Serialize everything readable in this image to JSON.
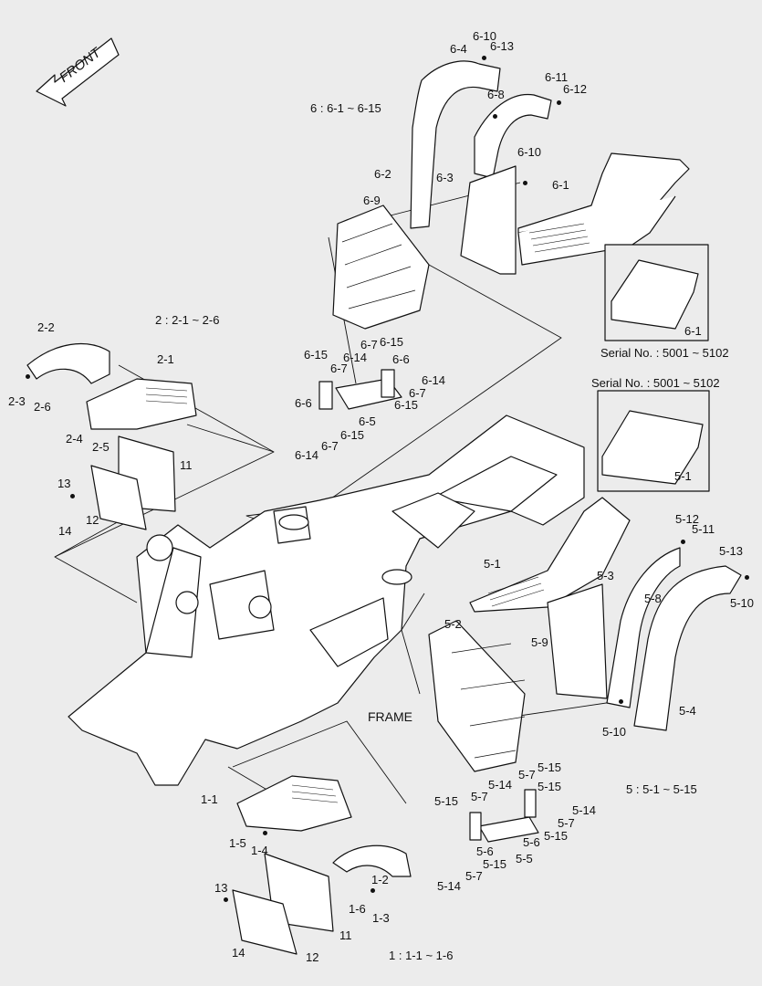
{
  "title": "FRAME",
  "direction": "FRONT",
  "groups": {
    "g6": "6 : 6-1 ~ 6-15",
    "g2": "2 : 2-1 ~ 2-6",
    "g5": "5 : 5-1 ~ 5-15",
    "g1": "1 : 1-1 ~ 1-6"
  },
  "serial_notes": {
    "upper": "Serial No. : 5001 ~ 5102",
    "middle": "Serial No. : 5001 ~ 5102"
  },
  "parts": {
    "p6_10a": "6-10",
    "p6_13": "6-13",
    "p6_4": "6-4",
    "p6_11": "6-11",
    "p6_12": "6-12",
    "p6_8": "6-8",
    "p6_10b": "6-10",
    "p6_2": "6-2",
    "p6_3": "6-3",
    "p6_9": "6-9",
    "p6_1a": "6-1",
    "p6_1b": "6-1",
    "p6_15a": "6-15",
    "p6_7a": "6-7",
    "p6_15b": "6-15",
    "p6_14a": "6-14",
    "p6_6a": "6-6",
    "p6_14b": "6-14",
    "p6_7b": "6-7",
    "p6_6b": "6-6",
    "p6_15c": "6-15",
    "p6_5": "6-5",
    "p6_7c": "6-7",
    "p6_15d": "6-15",
    "p6_14c": "6-14",
    "p2_2": "2-2",
    "p2_1": "2-1",
    "p2_3": "2-3",
    "p2_6": "2-6",
    "p2_4": "2-4",
    "p2_5": "2-5",
    "p11a": "11",
    "p13a": "13",
    "p12a": "12",
    "p14a": "14",
    "p5_1a": "5-1",
    "p5_12": "5-12",
    "p5_11": "5-11",
    "p5_13": "5-13",
    "p5_1b": "5-1",
    "p5_3": "5-3",
    "p5_8": "5-8",
    "p5_10a": "5-10",
    "p5_2": "5-2",
    "p5_9": "5-9",
    "p5_4": "5-4",
    "p5_10b": "5-10",
    "p5_15a": "5-15",
    "p5_7a": "5-7",
    "p5_14a": "5-14",
    "p5_15b": "5-15",
    "p5_7b": "5-7",
    "p5_14b": "5-14",
    "p5_7c": "5-7",
    "p5_15c": "5-15",
    "p5_6a": "5-6",
    "p5_5": "5-5",
    "p5_6b": "5-6",
    "p5_15d": "5-15",
    "p5_7d": "5-7",
    "p5_14c": "5-14",
    "p1_1": "1-1",
    "p1_5": "1-5",
    "p1_4": "1-4",
    "p1_2": "1-2",
    "p1_6": "1-6",
    "p1_3": "1-3",
    "p13b": "13",
    "p11b": "11",
    "p12b": "12",
    "p14b": "14"
  }
}
